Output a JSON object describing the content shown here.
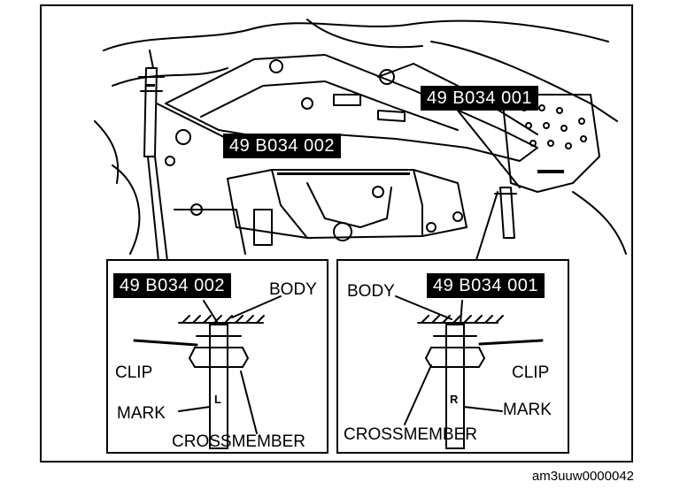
{
  "diagram": {
    "main_tags": {
      "upper_right": "49 B034 001",
      "center": "49 B034 002"
    },
    "left_inset": {
      "tag": "49 B034 002",
      "body": "BODY",
      "clip": "CLIP",
      "mark": "MARK",
      "mark_letter": "L",
      "crossmember": "CROSSMEMBER"
    },
    "right_inset": {
      "tag": "49 B034 001",
      "body": "BODY",
      "clip": "CLIP",
      "mark": "MARK",
      "mark_letter": "R",
      "crossmember": "CROSSMEMBER"
    }
  },
  "footer": {
    "code": "am3uuw0000042"
  }
}
